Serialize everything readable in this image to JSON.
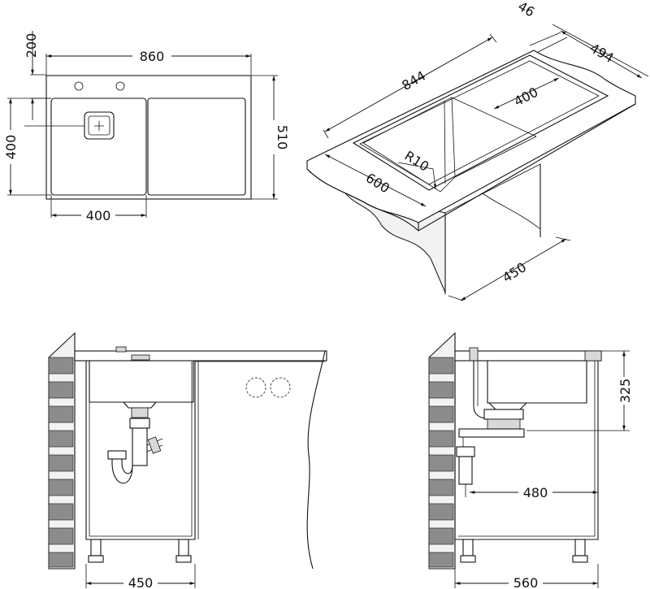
{
  "top_view": {
    "width": "860",
    "height": "510",
    "left_offset": "200",
    "bowl_depth": "400",
    "bowl_width": "400"
  },
  "iso_view": {
    "length": "844",
    "thickness": "46",
    "depth": "494",
    "bowl_length": "400",
    "radius": "R10",
    "bowl_front": "600",
    "cabinet_depth": "450"
  },
  "front_section": {
    "cabinet_width": "450"
  },
  "side_section": {
    "height": "325",
    "drain_distance": "480",
    "cabinet_width": "560"
  },
  "colors": {
    "line": "#111111",
    "brick": "#8c8c8c"
  }
}
